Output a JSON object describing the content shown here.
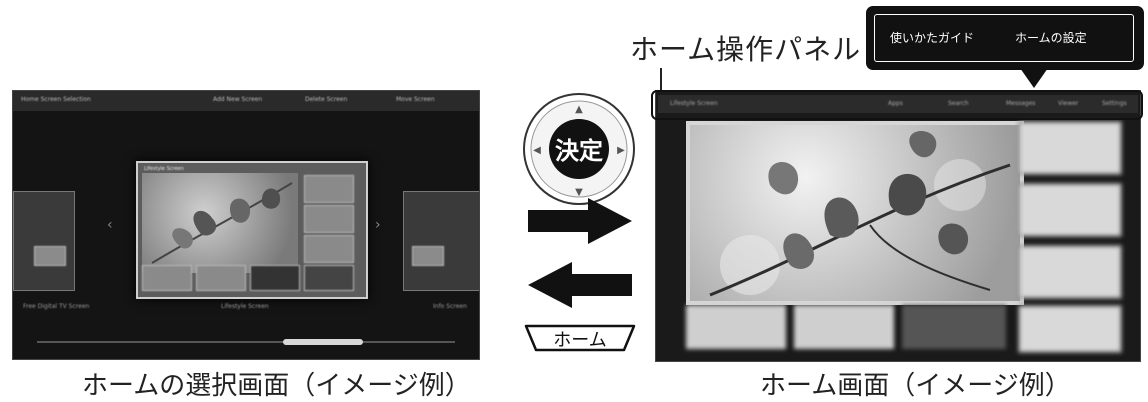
{
  "left_screen": {
    "topbar": {
      "title": "Home Screen Selection",
      "add": "Add New Screen",
      "delete": "Delete Screen",
      "move": "Move Screen"
    },
    "center_card_title": "Lifestyle Screen",
    "left_card_label": "Free Digital TV Screen",
    "center_card_label": "Lifestyle Screen",
    "right_card_label": "Info Screen",
    "caption": "ホームの選択画面（イメージ例）"
  },
  "right_screen": {
    "topbar": {
      "title": "Lifestyle Screen",
      "items": [
        "Apps",
        "Search",
        "Messages",
        "Viewer",
        "Settings"
      ]
    },
    "caption": "ホーム画面（イメージ例）"
  },
  "callout": {
    "label": "ホーム操作パネル",
    "items": [
      "使いかたガイド",
      "ホームの設定"
    ]
  },
  "controls": {
    "dpad_label": "決定",
    "home_label": "ホーム",
    "dpad_up": "▲",
    "dpad_down": "▼",
    "dpad_left": "◀",
    "dpad_right": "▶"
  }
}
